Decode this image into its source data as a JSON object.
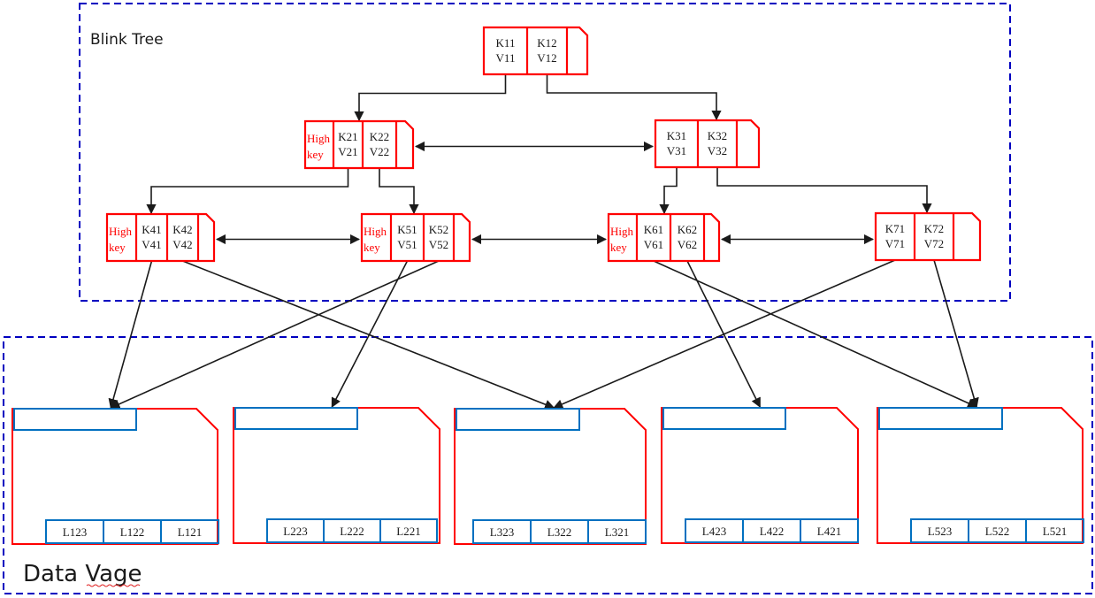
{
  "regions": {
    "blink_tree_label": "Blink Tree",
    "data_page_label": "Data Vage"
  },
  "colors": {
    "node_border": "#ff0000",
    "page_slot_border": "#0070c0",
    "region_border": "#0000c0",
    "arrow": "#1a1a1a",
    "high_key_text": "#ff0000"
  },
  "tree_nodes": [
    {
      "id": "root",
      "high_key": null,
      "entries": [
        {
          "k": "K11",
          "v": "V11"
        },
        {
          "k": "K12",
          "v": "V12"
        }
      ]
    },
    {
      "id": "n2",
      "high_key": [
        "High",
        "key"
      ],
      "entries": [
        {
          "k": "K21",
          "v": "V21"
        },
        {
          "k": "K22",
          "v": "V22"
        }
      ]
    },
    {
      "id": "n3",
      "high_key": null,
      "entries": [
        {
          "k": "K31",
          "v": "V31"
        },
        {
          "k": "K32",
          "v": "V32"
        }
      ]
    },
    {
      "id": "n4",
      "high_key": [
        "High",
        "key"
      ],
      "entries": [
        {
          "k": "K41",
          "v": "V41"
        },
        {
          "k": "K42",
          "v": "V42"
        }
      ]
    },
    {
      "id": "n5",
      "high_key": [
        "High",
        "key"
      ],
      "entries": [
        {
          "k": "K51",
          "v": "V51"
        },
        {
          "k": "K52",
          "v": "V52"
        }
      ]
    },
    {
      "id": "n6",
      "high_key": [
        "High",
        "key"
      ],
      "entries": [
        {
          "k": "K61",
          "v": "V61"
        },
        {
          "k": "K62",
          "v": "V62"
        }
      ]
    },
    {
      "id": "n7",
      "high_key": null,
      "entries": [
        {
          "k": "K71",
          "v": "V71"
        },
        {
          "k": "K72",
          "v": "V72"
        }
      ]
    }
  ],
  "data_pages": [
    {
      "id": "p1",
      "slots": [
        "L123",
        "L122",
        "L121"
      ]
    },
    {
      "id": "p2",
      "slots": [
        "L223",
        "L222",
        "L221"
      ]
    },
    {
      "id": "p3",
      "slots": [
        "L323",
        "L322",
        "L321"
      ]
    },
    {
      "id": "p4",
      "slots": [
        "L423",
        "L422",
        "L421"
      ]
    },
    {
      "id": "p5",
      "slots": [
        "L523",
        "L522",
        "L521"
      ]
    }
  ],
  "edges": {
    "child": [
      {
        "from": "root.0",
        "to": "n2"
      },
      {
        "from": "root.1",
        "to": "n3"
      },
      {
        "from": "n2.0",
        "to": "n4"
      },
      {
        "from": "n2.1",
        "to": "n5"
      },
      {
        "from": "n3.0",
        "to": "n6"
      },
      {
        "from": "n3.1",
        "to": "n7"
      }
    ],
    "sibling": [
      {
        "a": "n2",
        "b": "n3"
      },
      {
        "a": "n4",
        "b": "n5"
      },
      {
        "a": "n5",
        "b": "n6"
      },
      {
        "a": "n6",
        "b": "n7"
      }
    ],
    "leaf_to_page": [
      {
        "from": "n4.0",
        "to": "p1"
      },
      {
        "from": "n4.1",
        "to": "p3"
      },
      {
        "from": "n5.0",
        "to": "p2"
      },
      {
        "from": "n5.1",
        "to": "p1"
      },
      {
        "from": "n6.0",
        "to": "p5"
      },
      {
        "from": "n6.1",
        "to": "p4"
      },
      {
        "from": "n7.0",
        "to": "p3"
      },
      {
        "from": "n7.1",
        "to": "p5"
      }
    ]
  }
}
